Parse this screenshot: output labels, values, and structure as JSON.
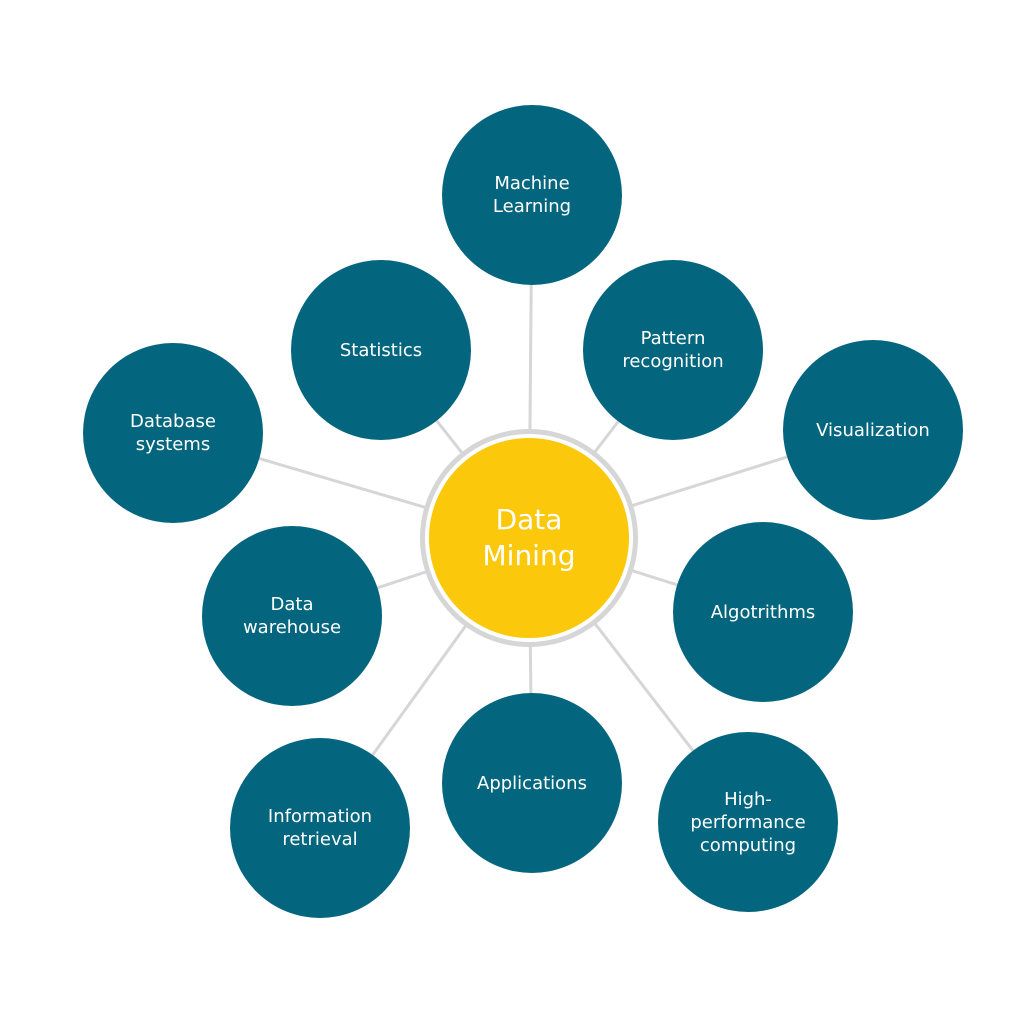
{
  "center": {
    "label": "Data\nMining"
  },
  "nodes": [
    {
      "id": "machine-learning",
      "label": "Machine\nLearning"
    },
    {
      "id": "statistics",
      "label": "Statistics"
    },
    {
      "id": "pattern-recognition",
      "label": "Pattern\nrecognition"
    },
    {
      "id": "database-systems",
      "label": "Database\nsystems"
    },
    {
      "id": "visualization",
      "label": "Visualization"
    },
    {
      "id": "data-warehouse",
      "label": "Data\nwarehouse"
    },
    {
      "id": "algorithms",
      "label": "Algotrithms"
    },
    {
      "id": "applications",
      "label": "Applications"
    },
    {
      "id": "information-retrieval",
      "label": "Information\nretrieval"
    },
    {
      "id": "high-performance-computing",
      "label": "High-\nperformance\ncomputing"
    }
  ],
  "colors": {
    "node": "#04667e",
    "center": "#fbc80c",
    "connector": "#d6d6d6"
  }
}
